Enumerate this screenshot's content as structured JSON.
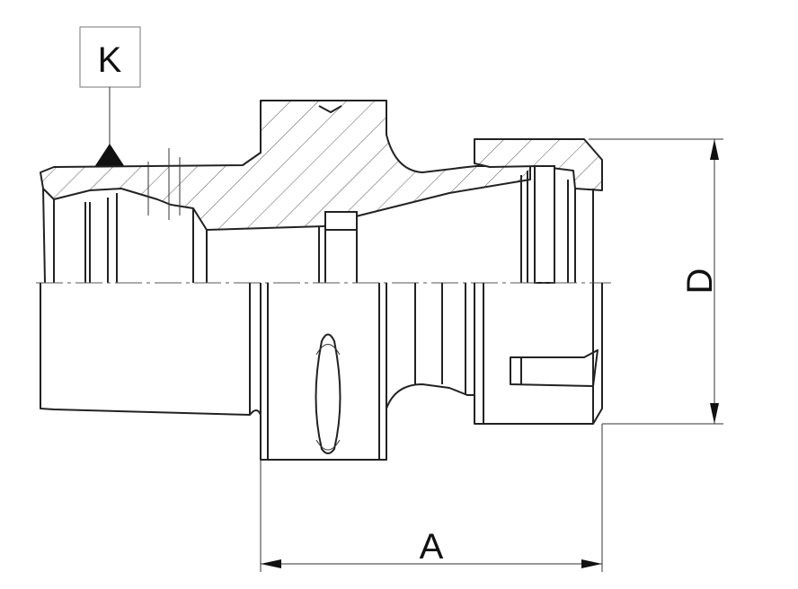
{
  "labels": {
    "datum": "K",
    "diameter": "D",
    "length": "A"
  },
  "colors": {
    "line": "#222222",
    "background": "#ffffff"
  }
}
